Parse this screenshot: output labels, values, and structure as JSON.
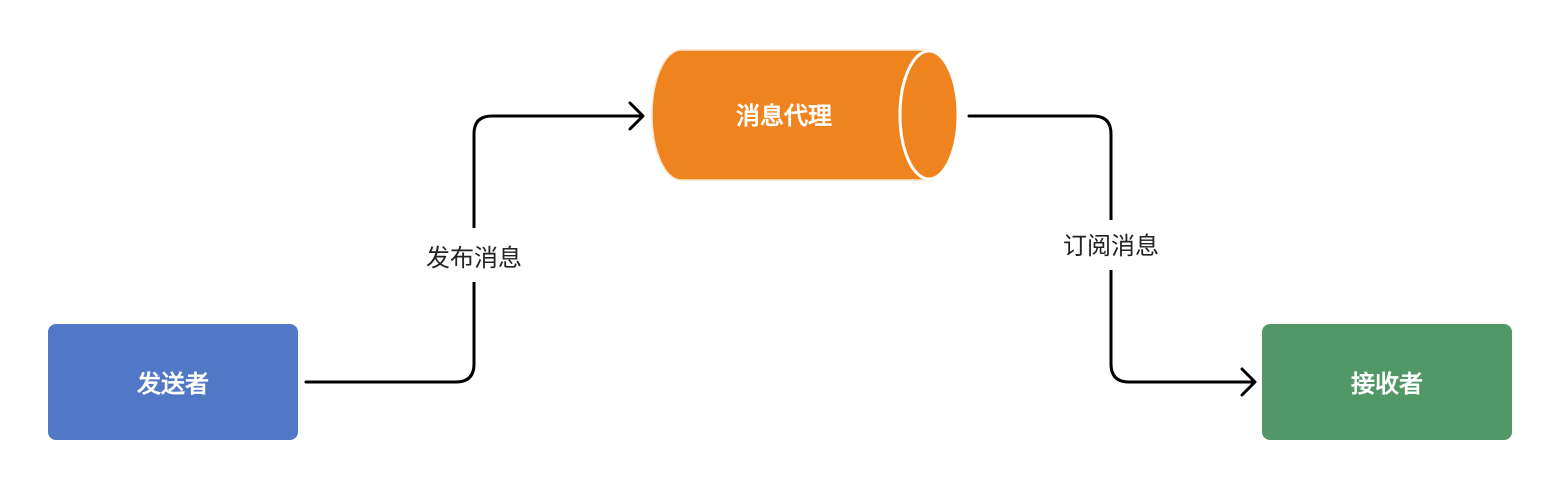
{
  "nodes": {
    "sender": {
      "label": "发送者",
      "color": "#5178C7"
    },
    "broker": {
      "label": "消息代理",
      "color": "#EF841F"
    },
    "receiver": {
      "label": "接收者",
      "color": "#519866"
    }
  },
  "edges": {
    "publish": {
      "label": "发布消息"
    },
    "subscribe": {
      "label": "订阅消息"
    }
  }
}
